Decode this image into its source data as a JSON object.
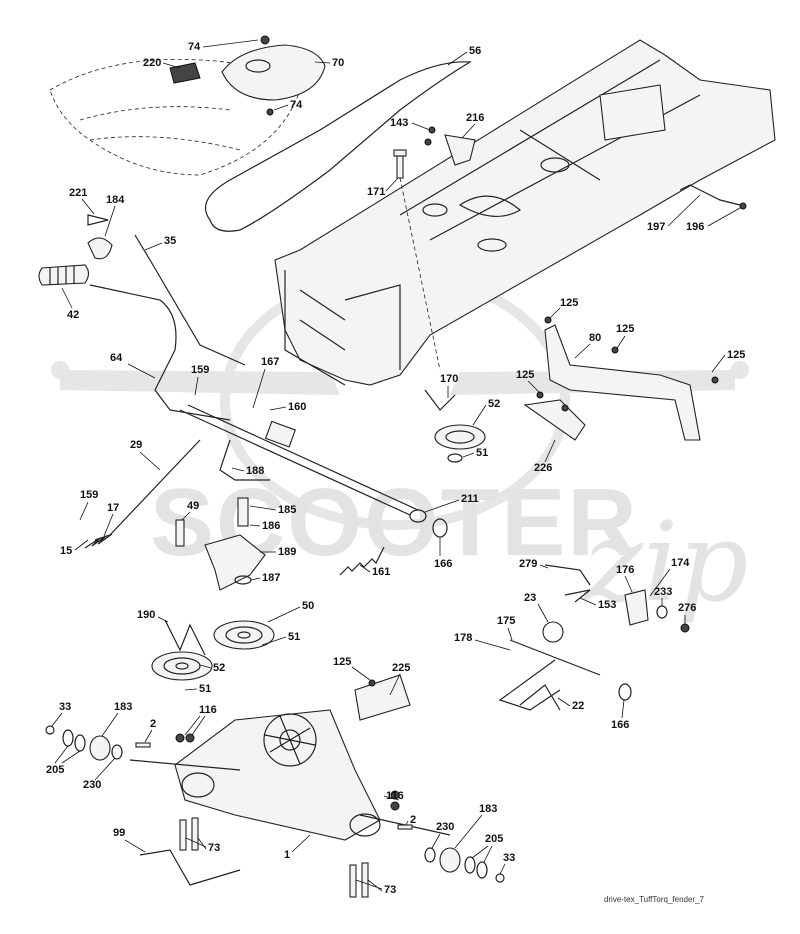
{
  "watermark": {
    "brand": "SCOOTER",
    "script": "zip"
  },
  "caption": "drive-tex_TuffTorq_fender_7",
  "callouts": [
    {
      "label": "74"
    },
    {
      "label": "220"
    },
    {
      "label": "70"
    },
    {
      "label": "74"
    },
    {
      "label": "56"
    },
    {
      "label": "143"
    },
    {
      "label": "216"
    },
    {
      "label": "171"
    },
    {
      "label": "221"
    },
    {
      "label": "184"
    },
    {
      "label": "35"
    },
    {
      "label": "197"
    },
    {
      "label": "196"
    },
    {
      "label": "42"
    },
    {
      "label": "125"
    },
    {
      "label": "80"
    },
    {
      "label": "125"
    },
    {
      "label": "125"
    },
    {
      "label": "64"
    },
    {
      "label": "159"
    },
    {
      "label": "167"
    },
    {
      "label": "160"
    },
    {
      "label": "170"
    },
    {
      "label": "125"
    },
    {
      "label": "52"
    },
    {
      "label": "51"
    },
    {
      "label": "226"
    },
    {
      "label": "29"
    },
    {
      "label": "188"
    },
    {
      "label": "159"
    },
    {
      "label": "17"
    },
    {
      "label": "49"
    },
    {
      "label": "185"
    },
    {
      "label": "186"
    },
    {
      "label": "211"
    },
    {
      "label": "15"
    },
    {
      "label": "189"
    },
    {
      "label": "166"
    },
    {
      "label": "161"
    },
    {
      "label": "187"
    },
    {
      "label": "279"
    },
    {
      "label": "176"
    },
    {
      "label": "174"
    },
    {
      "label": "23"
    },
    {
      "label": "153"
    },
    {
      "label": "233"
    },
    {
      "label": "276"
    },
    {
      "label": "190"
    },
    {
      "label": "50"
    },
    {
      "label": "175"
    },
    {
      "label": "51"
    },
    {
      "label": "178"
    },
    {
      "label": "125"
    },
    {
      "label": "225"
    },
    {
      "label": "52"
    },
    {
      "label": "51"
    },
    {
      "label": "22"
    },
    {
      "label": "166"
    },
    {
      "label": "33"
    },
    {
      "label": "183"
    },
    {
      "label": "2"
    },
    {
      "label": "116"
    },
    {
      "label": "205"
    },
    {
      "label": "230"
    },
    {
      "label": "116"
    },
    {
      "label": "2"
    },
    {
      "label": "99"
    },
    {
      "label": "73"
    },
    {
      "label": "183"
    },
    {
      "label": "230"
    },
    {
      "label": "205"
    },
    {
      "label": "1"
    },
    {
      "label": "33"
    },
    {
      "label": "73"
    }
  ]
}
